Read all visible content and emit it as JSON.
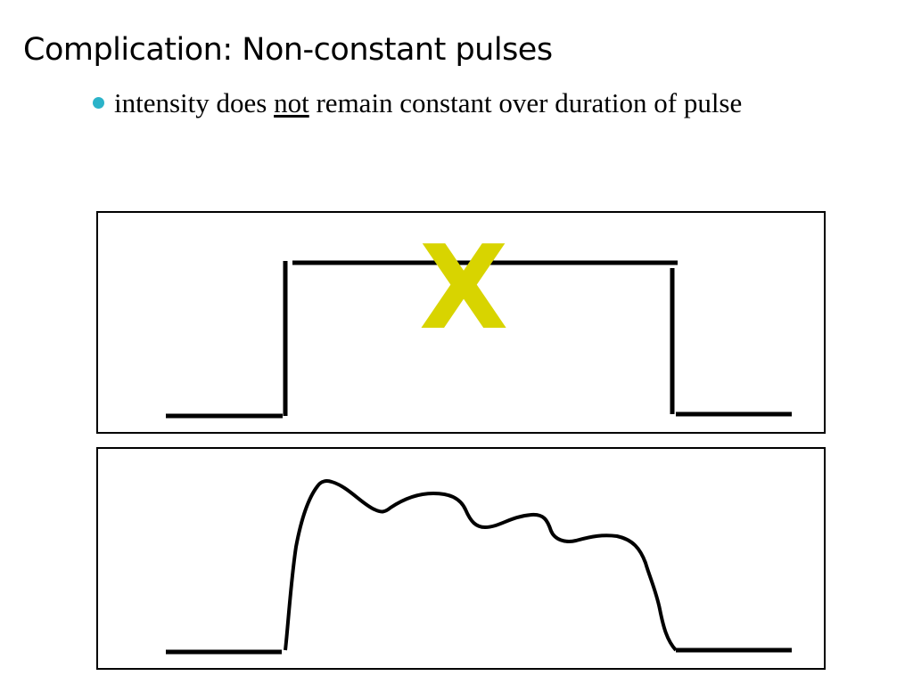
{
  "slide": {
    "title": "Complication: Non-constant pulses",
    "bullets": [
      {
        "text_before": "intensity does ",
        "text_underlined": "not",
        "text_after": " remain constant over duration of pulse"
      }
    ]
  },
  "diagram": {
    "x_mark": "X",
    "top_panel": "constant rectangular pulse (crossed out)",
    "bottom_panel": "non-constant pulse with varying intensity"
  },
  "colors": {
    "bullet": "#2bb3c9",
    "x_mark": "#d8d400",
    "line": "#000000"
  }
}
